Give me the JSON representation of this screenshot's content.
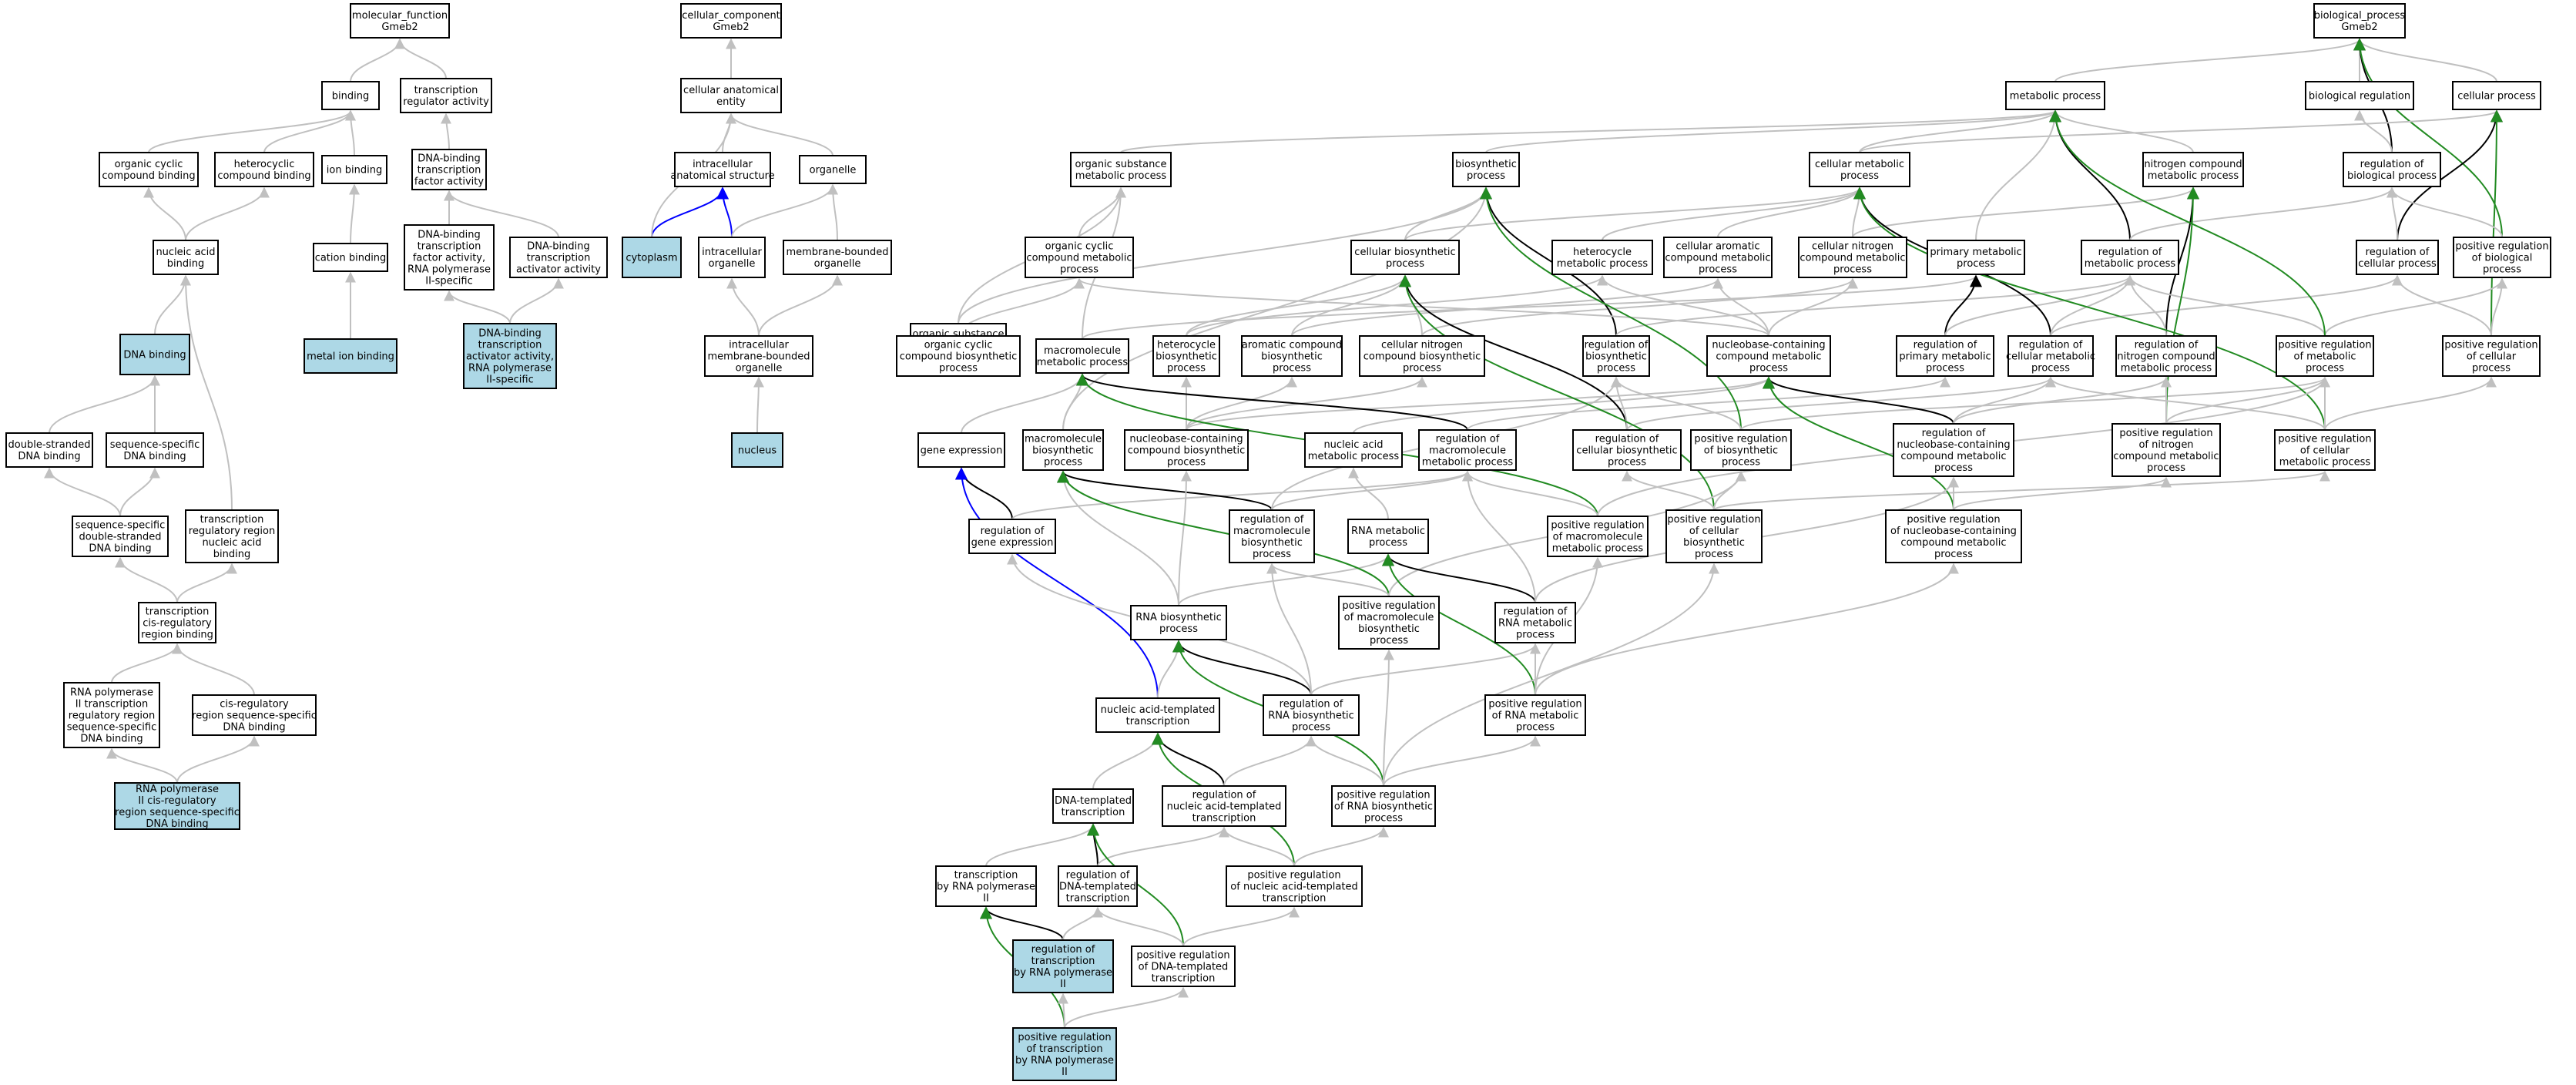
{
  "colors": {
    "highlight": "#add8e6",
    "plain": "#ffffff",
    "gray": "#c0c0c0",
    "black": "#000000",
    "blue": "#0000ff",
    "green": "#228b22"
  },
  "nodes": [
    {
      "id": "mf",
      "label": "molecular_function\nGmeb2"
    },
    {
      "id": "cc",
      "label": "cellular_component\nGmeb2"
    },
    {
      "id": "bp",
      "label": "biological_process\nGmeb2"
    },
    {
      "id": "binding",
      "label": "binding"
    },
    {
      "id": "trAct",
      "label": "transcription\nregulator activity"
    },
    {
      "id": "cae",
      "label": "cellular anatomical\nentity"
    },
    {
      "id": "metab",
      "label": "metabolic process"
    },
    {
      "id": "bioreg",
      "label": "biological regulation"
    },
    {
      "id": "cellproc",
      "label": "cellular process"
    },
    {
      "id": "orgcyc_b",
      "label": "organic cyclic\ncompound binding"
    },
    {
      "id": "het_b",
      "label": "heterocyclic\ncompound binding"
    },
    {
      "id": "ion_b",
      "label": "ion binding"
    },
    {
      "id": "dbtfa",
      "label": "DNA-binding\ntranscription\nfactor activity"
    },
    {
      "id": "ias",
      "label": "intracellular\nanatomical structure"
    },
    {
      "id": "organelle",
      "label": "organelle"
    },
    {
      "id": "osmp",
      "label": "organic substance\nmetabolic process"
    },
    {
      "id": "biosyn",
      "label": "biosynthetic\nprocess"
    },
    {
      "id": "cmp",
      "label": "cellular metabolic\nprocess"
    },
    {
      "id": "ncmp",
      "label": "nitrogen compound\nmetabolic process"
    },
    {
      "id": "regbio",
      "label": "regulation of\nbiological process"
    },
    {
      "id": "na_b",
      "label": "nucleic acid\nbinding"
    },
    {
      "id": "cation_b",
      "label": "cation binding"
    },
    {
      "id": "dbtfa_p2",
      "label": "DNA-binding\ntranscription\nfactor activity,\nRNA polymerase\nII-specific"
    },
    {
      "id": "dbtaa",
      "label": "DNA-binding\ntranscription\nactivator activity"
    },
    {
      "id": "cytoplasm",
      "label": "cytoplasm",
      "hl": true
    },
    {
      "id": "io",
      "label": "intracellular\norganelle"
    },
    {
      "id": "mbo",
      "label": "membrane-bounded\norganelle"
    },
    {
      "id": "osbp",
      "label": "organic substance\nbiosynthetic\nprocess"
    },
    {
      "id": "occmp",
      "label": "organic cyclic\ncompound metabolic\nprocess"
    },
    {
      "id": "cbp",
      "label": "cellular biosynthetic\nprocess"
    },
    {
      "id": "hmp",
      "label": "heterocycle\nmetabolic process"
    },
    {
      "id": "camp",
      "label": "cellular aromatic\ncompound metabolic\nprocess"
    },
    {
      "id": "cncmp",
      "label": "cellular nitrogen\ncompound metabolic\nprocess"
    },
    {
      "id": "pmp",
      "label": "primary metabolic\nprocess"
    },
    {
      "id": "regmp",
      "label": "regulation of\nmetabolic process"
    },
    {
      "id": "regcp",
      "label": "regulation of\ncellular process"
    },
    {
      "id": "posregbp",
      "label": "positive regulation\nof biological\nprocess"
    },
    {
      "id": "dna_b",
      "label": "DNA binding",
      "hl": true
    },
    {
      "id": "metalion",
      "label": "metal ion binding",
      "hl": true
    },
    {
      "id": "dbtaa_p2",
      "label": "DNA-binding\ntranscription\nactivator activity,\nRNA polymerase\nII-specific",
      "hl": true
    },
    {
      "id": "imbo",
      "label": "intracellular\nmembrane-bounded\norganelle"
    },
    {
      "id": "occbp",
      "label": "organic cyclic\ncompound biosynthetic\nprocess"
    },
    {
      "id": "mmp",
      "label": "macromolecule\nmetabolic process"
    },
    {
      "id": "hbp",
      "label": "heterocycle\nbiosynthetic\nprocess"
    },
    {
      "id": "acbp",
      "label": "aromatic compound\nbiosynthetic\nprocess"
    },
    {
      "id": "cncbp",
      "label": "cellular nitrogen\ncompound biosynthetic\nprocess"
    },
    {
      "id": "regbsp",
      "label": "regulation of\nbiosynthetic\nprocess"
    },
    {
      "id": "nbcmp",
      "label": "nucleobase-containing\ncompound metabolic\nprocess"
    },
    {
      "id": "regpmp",
      "label": "regulation of\nprimary metabolic\nprocess"
    },
    {
      "id": "regcmp",
      "label": "regulation of\ncellular metabolic\nprocess"
    },
    {
      "id": "regncmp",
      "label": "regulation of\nnitrogen compound\nmetabolic process"
    },
    {
      "id": "posregmp",
      "label": "positive regulation\nof metabolic\nprocess"
    },
    {
      "id": "posregcp",
      "label": "positive regulation\nof cellular\nprocess"
    },
    {
      "id": "ds_dna_b",
      "label": "double-stranded\nDNA binding"
    },
    {
      "id": "ss_dna_b",
      "label": "sequence-specific\nDNA binding"
    },
    {
      "id": "nucleus",
      "label": "nucleus",
      "hl": true
    },
    {
      "id": "geneexp",
      "label": "gene expression"
    },
    {
      "id": "mbp",
      "label": "macromolecule\nbiosynthetic\nprocess"
    },
    {
      "id": "nbcbp",
      "label": "nucleobase-containing\ncompound biosynthetic\nprocess"
    },
    {
      "id": "namp",
      "label": "nucleic acid\nmetabolic process"
    },
    {
      "id": "regmmp",
      "label": "regulation of\nmacromolecule\nmetabolic process"
    },
    {
      "id": "regcbp",
      "label": "regulation of\ncellular biosynthetic\nprocess"
    },
    {
      "id": "posregbsp",
      "label": "positive regulation\nof biosynthetic\nprocess"
    },
    {
      "id": "regnbcmp",
      "label": "regulation of\nnucleobase-containing\ncompound metabolic\nprocess"
    },
    {
      "id": "posregncmp",
      "label": "positive regulation\nof nitrogen\ncompound metabolic\nprocess"
    },
    {
      "id": "posregcmp",
      "label": "positive regulation\nof cellular\nmetabolic process"
    },
    {
      "id": "ssds_dna_b",
      "label": "sequence-specific\ndouble-stranded\nDNA binding"
    },
    {
      "id": "trrna_b",
      "label": "transcription\nregulatory region\nnucleic acid\nbinding"
    },
    {
      "id": "reggeneexp",
      "label": "regulation of\ngene expression"
    },
    {
      "id": "regmbp",
      "label": "regulation of\nmacromolecule\nbiosynthetic\nprocess"
    },
    {
      "id": "rnamp",
      "label": "RNA metabolic\nprocess"
    },
    {
      "id": "posregmmp",
      "label": "positive regulation\nof macromolecule\nmetabolic process"
    },
    {
      "id": "posregcbp",
      "label": "positive regulation\nof cellular\nbiosynthetic\nprocess"
    },
    {
      "id": "posregnbcmp",
      "label": "positive regulation\nof nucleobase-containing\ncompound metabolic\nprocess"
    },
    {
      "id": "tcrrb",
      "label": "transcription\ncis-regulatory\nregion binding"
    },
    {
      "id": "rnabp",
      "label": "RNA biosynthetic\nprocess"
    },
    {
      "id": "posregmbp",
      "label": "positive regulation\nof macromolecule\nbiosynthetic\nprocess"
    },
    {
      "id": "regrnamp",
      "label": "regulation of\nRNA metabolic\nprocess"
    },
    {
      "id": "rnap2trr",
      "label": "RNA polymerase\nII transcription\nregulatory region\nsequence-specific\nDNA binding"
    },
    {
      "id": "crrssdb",
      "label": "cis-regulatory\nregion sequence-specific\nDNA binding"
    },
    {
      "id": "natt",
      "label": "nucleic acid-templated\ntranscription"
    },
    {
      "id": "regrnabp",
      "label": "regulation of\nRNA biosynthetic\nprocess"
    },
    {
      "id": "posregrnamp",
      "label": "positive regulation\nof RNA metabolic\nprocess"
    },
    {
      "id": "rnap2crr",
      "label": "RNA polymerase\nII cis-regulatory\nregion sequence-specific\nDNA binding",
      "hl": true
    },
    {
      "id": "dtt",
      "label": "DNA-templated\ntranscription"
    },
    {
      "id": "regnatt",
      "label": "regulation of\nnucleic acid-templated\ntranscription"
    },
    {
      "id": "posregrnabp",
      "label": "positive regulation\nof RNA biosynthetic\nprocess"
    },
    {
      "id": "trnap2",
      "label": "transcription\nby RNA polymerase\nII"
    },
    {
      "id": "regdtt",
      "label": "regulation of\nDNA-templated\ntranscription"
    },
    {
      "id": "posregnatt",
      "label": "positive regulation\nof nucleic acid-templated\ntranscription"
    },
    {
      "id": "regtrnap2",
      "label": "regulation of\ntranscription\nby RNA polymerase\nII",
      "hl": true
    },
    {
      "id": "posregdtt",
      "label": "positive regulation\nof DNA-templated\ntranscription"
    },
    {
      "id": "posregtrnap2",
      "label": "positive regulation\nof transcription\nby RNA polymerase\nII",
      "hl": true
    }
  ],
  "edges": [
    [
      "binding",
      "mf",
      "g"
    ],
    [
      "trAct",
      "mf",
      "g"
    ],
    [
      "orgcyc_b",
      "binding",
      "g"
    ],
    [
      "het_b",
      "binding",
      "g"
    ],
    [
      "ion_b",
      "binding",
      "g"
    ],
    [
      "dbtfa",
      "trAct",
      "g"
    ],
    [
      "na_b",
      "orgcyc_b",
      "g"
    ],
    [
      "na_b",
      "het_b",
      "g"
    ],
    [
      "cation_b",
      "ion_b",
      "g"
    ],
    [
      "metalion",
      "cation_b",
      "g"
    ],
    [
      "dbtfa_p2",
      "dbtfa",
      "g"
    ],
    [
      "dbtaa",
      "dbtfa",
      "g"
    ],
    [
      "dbtaa_p2",
      "dbtfa_p2",
      "g"
    ],
    [
      "dbtaa_p2",
      "dbtaa",
      "g"
    ],
    [
      "dna_b",
      "na_b",
      "g"
    ],
    [
      "ds_dna_b",
      "dna_b",
      "g"
    ],
    [
      "ss_dna_b",
      "dna_b",
      "g"
    ],
    [
      "ssds_dna_b",
      "ds_dna_b",
      "g"
    ],
    [
      "ssds_dna_b",
      "ss_dna_b",
      "g"
    ],
    [
      "trrna_b",
      "na_b",
      "g"
    ],
    [
      "tcrrb",
      "ssds_dna_b",
      "g"
    ],
    [
      "tcrrb",
      "trrna_b",
      "g"
    ],
    [
      "rnap2trr",
      "tcrrb",
      "g"
    ],
    [
      "crrssdb",
      "tcrrb",
      "g"
    ],
    [
      "rnap2crr",
      "rnap2trr",
      "g"
    ],
    [
      "rnap2crr",
      "crrssdb",
      "g"
    ],
    [
      "cae",
      "cc",
      "g"
    ],
    [
      "ias",
      "cae",
      "g"
    ],
    [
      "organelle",
      "cae",
      "g"
    ],
    [
      "cytoplasm",
      "ias",
      "u"
    ],
    [
      "cytoplasm",
      "cae",
      "g"
    ],
    [
      "io",
      "ias",
      "u"
    ],
    [
      "io",
      "organelle",
      "g"
    ],
    [
      "mbo",
      "organelle",
      "g"
    ],
    [
      "imbo",
      "io",
      "g"
    ],
    [
      "imbo",
      "mbo",
      "g"
    ],
    [
      "nucleus",
      "imbo",
      "g"
    ],
    [
      "metab",
      "bp",
      "g"
    ],
    [
      "bioreg",
      "bp",
      "g"
    ],
    [
      "cellproc",
      "bp",
      "g"
    ],
    [
      "regbio",
      "bp",
      "b"
    ],
    [
      "posregbp",
      "bp",
      "v"
    ],
    [
      "osmp",
      "metab",
      "g"
    ],
    [
      "biosyn",
      "metab",
      "g"
    ],
    [
      "cmp",
      "metab",
      "g"
    ],
    [
      "ncmp",
      "metab",
      "g"
    ],
    [
      "pmp",
      "metab",
      "g"
    ],
    [
      "regbio",
      "bioreg",
      "g"
    ],
    [
      "cmp",
      "cellproc",
      "g"
    ],
    [
      "regcp",
      "cellproc",
      "b"
    ],
    [
      "posregcp",
      "cellproc",
      "v"
    ],
    [
      "osbp",
      "osmp",
      "g"
    ],
    [
      "osbp",
      "biosyn",
      "g"
    ],
    [
      "occmp",
      "osmp",
      "g"
    ],
    [
      "cbp",
      "biosyn",
      "g"
    ],
    [
      "cbp",
      "cmp",
      "g"
    ],
    [
      "hmp",
      "cmp",
      "g"
    ],
    [
      "camp",
      "cmp",
      "g"
    ],
    [
      "cncmp",
      "cmp",
      "g"
    ],
    [
      "cncmp",
      "ncmp",
      "g"
    ],
    [
      "regmp",
      "metab",
      "b"
    ],
    [
      "regmp",
      "regbio",
      "g"
    ],
    [
      "regcp",
      "regbio",
      "g"
    ],
    [
      "posregbp",
      "regbio",
      "g"
    ],
    [
      "occbp",
      "osbp",
      "g"
    ],
    [
      "occbp",
      "occmp",
      "g"
    ],
    [
      "mmp",
      "osmp",
      "g"
    ],
    [
      "mmp",
      "pmp",
      "g"
    ],
    [
      "hbp",
      "hmp",
      "g"
    ],
    [
      "hbp",
      "cbp",
      "g"
    ],
    [
      "acbp",
      "camp",
      "g"
    ],
    [
      "acbp",
      "cbp",
      "g"
    ],
    [
      "cncbp",
      "cncmp",
      "g"
    ],
    [
      "cncbp",
      "cbp",
      "g"
    ],
    [
      "regbsp",
      "biosyn",
      "b"
    ],
    [
      "regbsp",
      "regmp",
      "g"
    ],
    [
      "nbcmp",
      "hmp",
      "g"
    ],
    [
      "nbcmp",
      "camp",
      "g"
    ],
    [
      "nbcmp",
      "cncmp",
      "g"
    ],
    [
      "nbcmp",
      "occmp",
      "g"
    ],
    [
      "regpmp",
      "pmp",
      "b"
    ],
    [
      "regpmp",
      "regmp",
      "g"
    ],
    [
      "regcmp",
      "cmp",
      "b"
    ],
    [
      "regcmp",
      "regmp",
      "g"
    ],
    [
      "regcmp",
      "regcp",
      "g"
    ],
    [
      "regncmp",
      "ncmp",
      "b"
    ],
    [
      "regncmp",
      "regmp",
      "g"
    ],
    [
      "posregmp",
      "regmp",
      "g"
    ],
    [
      "posregmp",
      "posregbp",
      "g"
    ],
    [
      "posregmp",
      "metab",
      "v"
    ],
    [
      "posregcp",
      "regcp",
      "g"
    ],
    [
      "posregcp",
      "posregbp",
      "g"
    ],
    [
      "geneexp",
      "mmp",
      "g"
    ],
    [
      "mbp",
      "mmp",
      "g"
    ],
    [
      "mbp",
      "biosyn",
      "g"
    ],
    [
      "nbcbp",
      "nbcmp",
      "g"
    ],
    [
      "nbcbp",
      "hbp",
      "g"
    ],
    [
      "nbcbp",
      "acbp",
      "g"
    ],
    [
      "nbcbp",
      "cncbp",
      "g"
    ],
    [
      "namp",
      "nbcmp",
      "g"
    ],
    [
      "regmmp",
      "mmp",
      "b"
    ],
    [
      "regmmp",
      "regpmp",
      "g"
    ],
    [
      "regcbp",
      "cbp",
      "b"
    ],
    [
      "regcbp",
      "regbsp",
      "g"
    ],
    [
      "regcbp",
      "regcmp",
      "g"
    ],
    [
      "posregbsp",
      "biosyn",
      "v"
    ],
    [
      "posregbsp",
      "regbsp",
      "g"
    ],
    [
      "posregbsp",
      "posregmp",
      "g"
    ],
    [
      "regnbcmp",
      "nbcmp",
      "b"
    ],
    [
      "regnbcmp",
      "regcmp",
      "g"
    ],
    [
      "regnbcmp",
      "regncmp",
      "g"
    ],
    [
      "posregncmp",
      "ncmp",
      "v"
    ],
    [
      "posregncmp",
      "regncmp",
      "g"
    ],
    [
      "posregncmp",
      "posregmp",
      "g"
    ],
    [
      "posregcmp",
      "cmp",
      "v"
    ],
    [
      "posregcmp",
      "regcmp",
      "g"
    ],
    [
      "posregcmp",
      "posregmp",
      "g"
    ],
    [
      "posregcmp",
      "posregcp",
      "g"
    ],
    [
      "reggeneexp",
      "geneexp",
      "b"
    ],
    [
      "reggeneexp",
      "regmmp",
      "g"
    ],
    [
      "regmbp",
      "mbp",
      "b"
    ],
    [
      "regmbp",
      "regmmp",
      "g"
    ],
    [
      "regmbp",
      "regbsp",
      "g"
    ],
    [
      "rnamp",
      "namp",
      "g"
    ],
    [
      "posregmmp",
      "mmp",
      "v"
    ],
    [
      "posregmmp",
      "regmmp",
      "g"
    ],
    [
      "posregmmp",
      "posregmp",
      "g"
    ],
    [
      "posregcbp",
      "cbp",
      "v"
    ],
    [
      "posregcbp",
      "regcbp",
      "g"
    ],
    [
      "posregcbp",
      "posregbsp",
      "g"
    ],
    [
      "posregcbp",
      "posregcmp",
      "g"
    ],
    [
      "posregnbcmp",
      "nbcmp",
      "v"
    ],
    [
      "posregnbcmp",
      "regnbcmp",
      "g"
    ],
    [
      "posregnbcmp",
      "posregncmp",
      "g"
    ],
    [
      "rnabp",
      "rnamp",
      "g"
    ],
    [
      "rnabp",
      "mbp",
      "g"
    ],
    [
      "rnabp",
      "nbcbp",
      "g"
    ],
    [
      "posregmbp",
      "mbp",
      "v"
    ],
    [
      "posregmbp",
      "regmbp",
      "g"
    ],
    [
      "posregmbp",
      "posregbsp",
      "g"
    ],
    [
      "regrnamp",
      "rnamp",
      "b"
    ],
    [
      "regrnamp",
      "regnbcmp",
      "g"
    ],
    [
      "regrnamp",
      "regmmp",
      "g"
    ],
    [
      "natt",
      "geneexp",
      "u"
    ],
    [
      "natt",
      "rnabp",
      "g"
    ],
    [
      "regrnabp",
      "rnabp",
      "b"
    ],
    [
      "regrnabp",
      "regrnamp",
      "g"
    ],
    [
      "regrnabp",
      "regmbp",
      "g"
    ],
    [
      "regrnabp",
      "reggeneexp",
      "g"
    ],
    [
      "posregrnamp",
      "rnamp",
      "v"
    ],
    [
      "posregrnamp",
      "regrnamp",
      "g"
    ],
    [
      "posregrnamp",
      "posregmmp",
      "g"
    ],
    [
      "posregrnamp",
      "posregnbcmp",
      "g"
    ],
    [
      "dtt",
      "natt",
      "g"
    ],
    [
      "regnatt",
      "natt",
      "b"
    ],
    [
      "regnatt",
      "regrnabp",
      "g"
    ],
    [
      "posregrnabp",
      "rnabp",
      "v"
    ],
    [
      "posregrnabp",
      "regrnabp",
      "g"
    ],
    [
      "posregrnabp",
      "posregrnamp",
      "g"
    ],
    [
      "posregrnabp",
      "posregmbp",
      "g"
    ],
    [
      "posregrnabp",
      "posregcbp",
      "g"
    ],
    [
      "trnap2",
      "dtt",
      "g"
    ],
    [
      "regdtt",
      "dtt",
      "b"
    ],
    [
      "regdtt",
      "regnatt",
      "g"
    ],
    [
      "posregnatt",
      "natt",
      "v"
    ],
    [
      "posregnatt",
      "regnatt",
      "g"
    ],
    [
      "posregnatt",
      "posregrnabp",
      "g"
    ],
    [
      "regtrnap2",
      "trnap2",
      "b"
    ],
    [
      "regtrnap2",
      "regdtt",
      "g"
    ],
    [
      "posregdtt",
      "dtt",
      "v"
    ],
    [
      "posregdtt",
      "regdtt",
      "g"
    ],
    [
      "posregdtt",
      "posregnatt",
      "g"
    ],
    [
      "posregtrnap2",
      "trnap2",
      "v"
    ],
    [
      "posregtrnap2",
      "regtrnap2",
      "g"
    ],
    [
      "posregtrnap2",
      "posregdtt",
      "g"
    ]
  ]
}
